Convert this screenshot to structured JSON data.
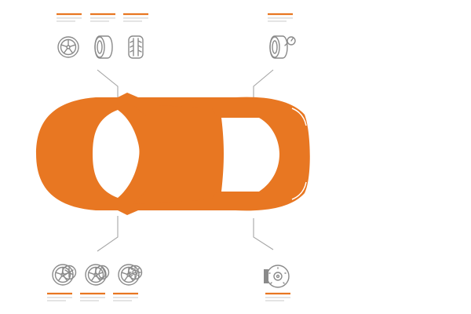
{
  "colors": {
    "accent": "#e87722",
    "car_glass": "#ffffff",
    "icon_gray": "#8a8a8a",
    "line_gray": "#a6a6a6",
    "label_gray": "#c8c8c8"
  },
  "diagram": {
    "subject": "car-top-view",
    "groups": [
      {
        "id": "top-left",
        "icons": [
          "wheel-rim-icon",
          "tire-side-icon",
          "tire-tread-icon"
        ]
      },
      {
        "id": "top-right",
        "icons": [
          "tire-pressure-icon"
        ]
      },
      {
        "id": "bottom-left",
        "icons": [
          "winter-tire-icon",
          "rain-tire-icon",
          "summer-tire-icon"
        ]
      },
      {
        "id": "bottom-right",
        "icons": [
          "brake-disc-icon"
        ]
      }
    ]
  }
}
